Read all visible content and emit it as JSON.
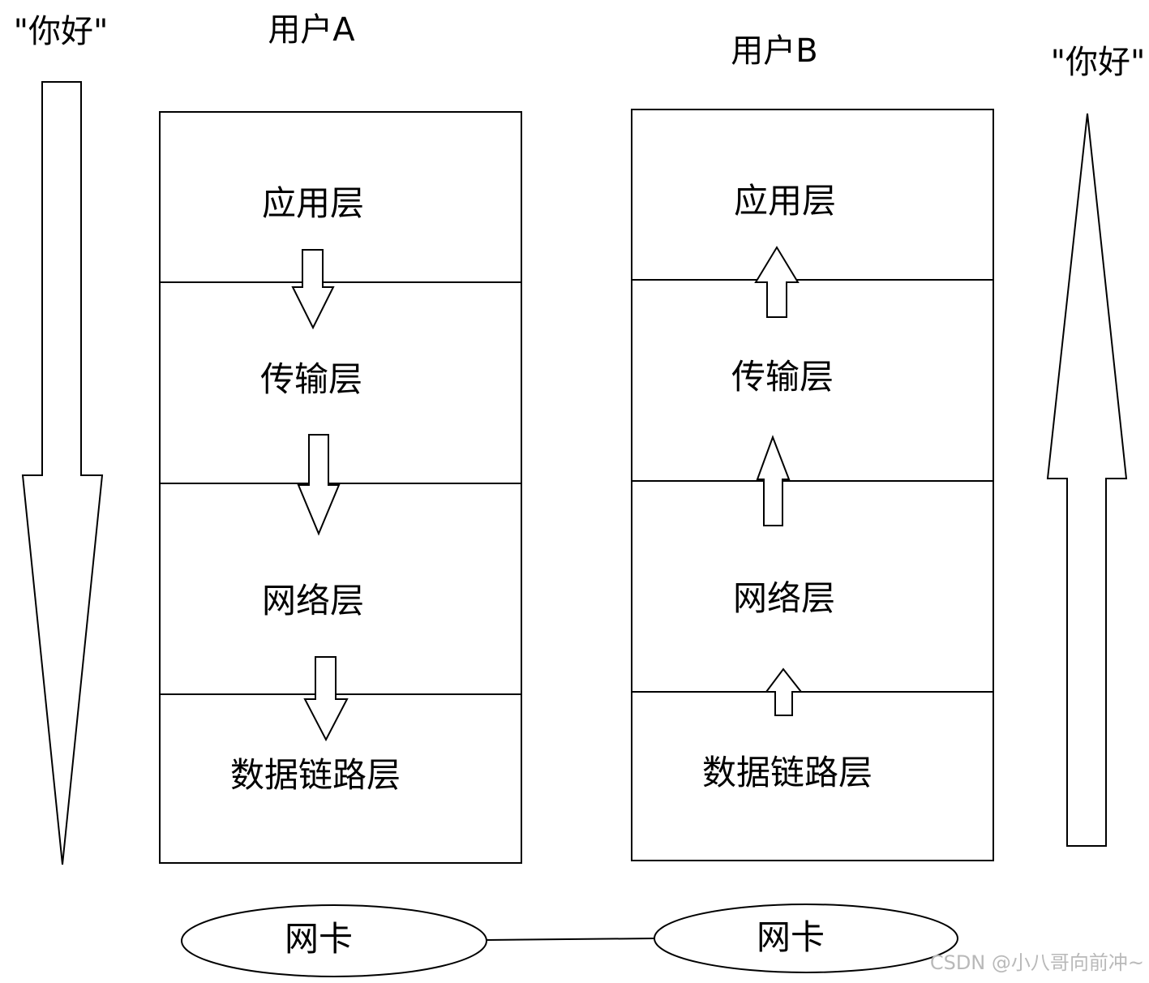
{
  "left_arrow_label": "\"你好\"",
  "right_arrow_label": "\"你好\"",
  "user_a": {
    "title": "用户A",
    "layers": [
      "应用层",
      "传输层",
      "网络层",
      "数据链路层"
    ]
  },
  "user_b": {
    "title": "用户B",
    "layers": [
      "应用层",
      "传输层",
      "网络层",
      "数据链路层"
    ]
  },
  "nic_a": "网卡",
  "nic_b": "网卡",
  "watermark": "CSDN @小八哥向前冲~"
}
